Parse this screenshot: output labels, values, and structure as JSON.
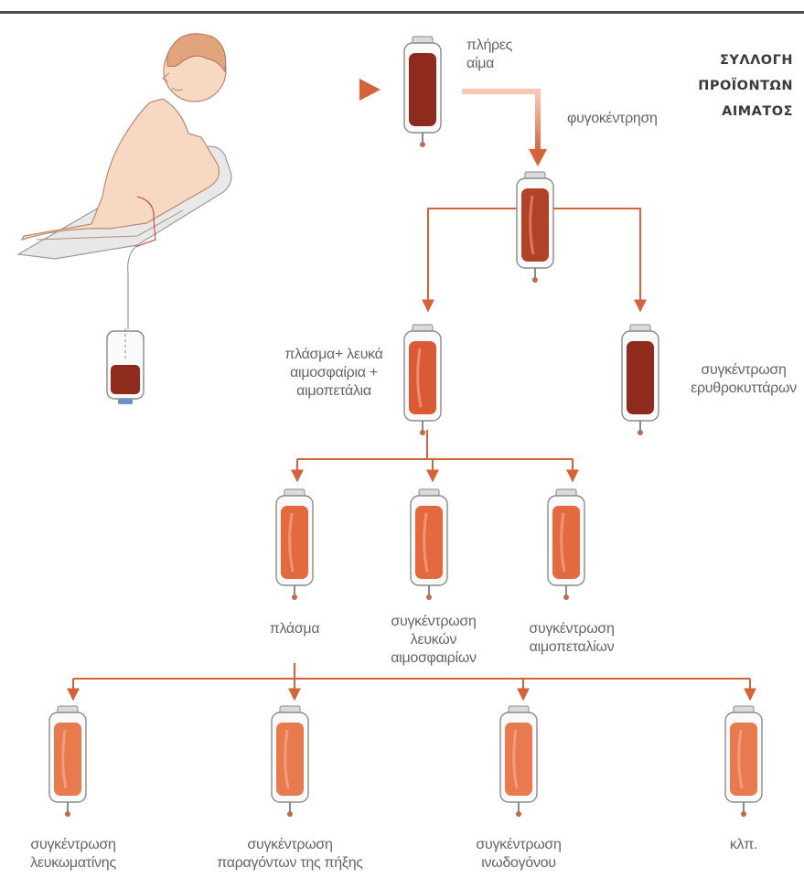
{
  "title_lines": [
    "ΣΥΛΛΟΓΗ",
    "ΠΡΟΪΟΝΤΩΝ",
    "ΑΙΜΑΤΟΣ"
  ],
  "labels": {
    "whole_blood": [
      "πλήρες",
      "αίμα"
    ],
    "centrifugation": "φυγοκέντρηση",
    "plasma_wbc_platelets": [
      "πλάσμα+ λευκά",
      "αιμοσφαίρια +",
      "αιμοπετάλια"
    ],
    "rbc_concentrate": [
      "συγκέντρωση",
      "ερυθροκυττάρων"
    ],
    "plasma": "πλάσμα",
    "wbc_concentrate": [
      "συγκέντρωση",
      "λευκών",
      "αιμοσφαιρίων"
    ],
    "platelet_concentrate": [
      "συγκέντρωση",
      "αιμοπεταλίων"
    ],
    "albumin_concentrate": [
      "συγκέντρωση",
      "λευκωματίνης"
    ],
    "clotting_factor_concentrate": [
      "συγκέντρωση",
      "παραγόντων της πήξης"
    ],
    "fibrinogen_concentrate": [
      "συγκέντρωση",
      "ινωδογόνου"
    ],
    "etc": "κλπ."
  },
  "colors": {
    "arrow": "#d4623a",
    "dark_blood": "#8e2b1d",
    "medium_blood": "#c04a2b",
    "light_product": "#e36a3f",
    "bag_outline": "#8a8a8a",
    "skin": "#f6d6bf"
  }
}
